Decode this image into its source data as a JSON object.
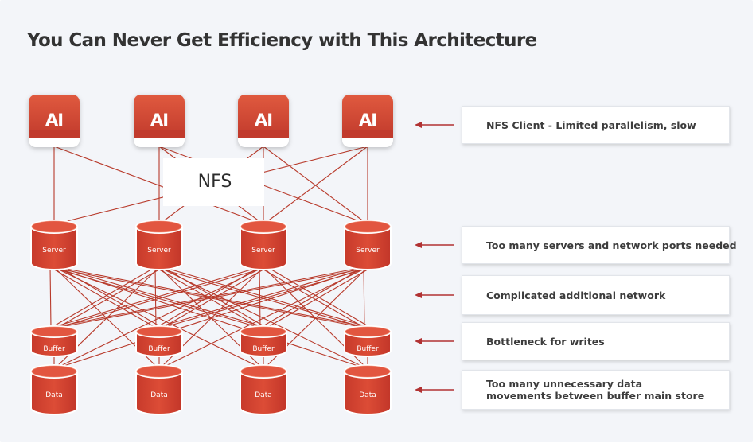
{
  "title": "You Can Never Get Efficiency with This Architecture",
  "ai_nodes": [
    "AI",
    "AI",
    "AI",
    "AI"
  ],
  "nfs_label": "NFS",
  "server_nodes": [
    "Server",
    "Server",
    "Server",
    "Server"
  ],
  "buffer_nodes": [
    "Buffer",
    "Buffer",
    "Buffer",
    "Buffer"
  ],
  "data_nodes": [
    "Data",
    "Data",
    "Data",
    "Data"
  ],
  "callouts": [
    {
      "lines": [
        "NFS Client - Limited parallelism, slow"
      ]
    },
    {
      "lines": [
        "Too many servers and network ports needed"
      ]
    },
    {
      "lines": [
        "Complicated additional network"
      ]
    },
    {
      "lines": [
        "Bottleneck for writes"
      ]
    },
    {
      "lines": [
        "Too many unnecessary data",
        "movements between buffer main store"
      ]
    }
  ],
  "colors": {
    "accent": "#d44733",
    "accent_dark": "#b8372a",
    "line": "#b83a2b",
    "arrow": "#b13233"
  }
}
